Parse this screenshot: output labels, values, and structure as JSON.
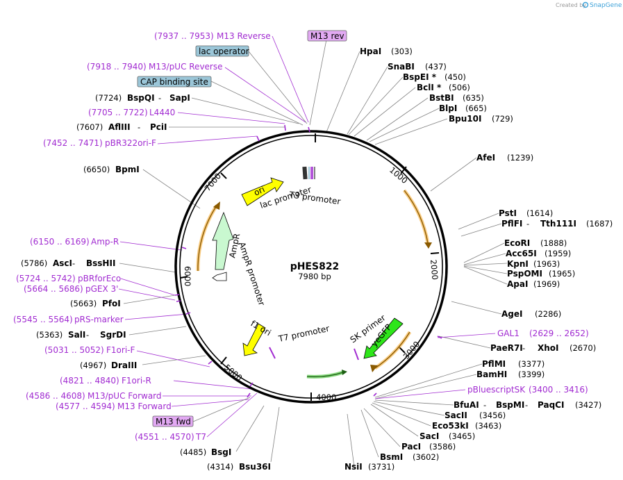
{
  "credit": {
    "prefix": "Created by",
    "brand": "SnapGene"
  },
  "plasmid": {
    "name": "pHES822",
    "length_label": "7980 bp",
    "length": 7980
  },
  "colors": {
    "primer": "#a12bd1",
    "box_blue": "#9bc6d8",
    "box_purple": "#e2a9f3",
    "arrow_yellow": "#ffff00",
    "arrow_green": "#2ee61a",
    "arrow_mint": "#c9f8d0",
    "arrow_orange": "#f5a623",
    "arrow_darkgreen": "#2d8a1e",
    "backbone": "#000000",
    "line": "#808080"
  },
  "ticks": [
    "1000",
    "2000",
    "3000",
    "4000",
    "5000",
    "6000",
    "7000"
  ],
  "enzymes": [
    {
      "name": "HpaI",
      "pos": "(303)"
    },
    {
      "name": "SnaBI",
      "pos": "(437)"
    },
    {
      "name": "BspEI *",
      "pos": "(450)"
    },
    {
      "name": "BclI *",
      "pos": "(506)"
    },
    {
      "name": "BstBI",
      "pos": "(635)"
    },
    {
      "name": "BlpI",
      "pos": "(665)"
    },
    {
      "name": "Bpu10I",
      "pos": "(729)"
    },
    {
      "name": "AfeI",
      "pos": "(1239)"
    },
    {
      "name": "PstI",
      "pos": "(1614)"
    },
    {
      "name": "PflFI",
      "sep": " - ",
      "name2": "Tth111I",
      "pos": "(1687)"
    },
    {
      "name": "EcoRI",
      "pos": "(1888)"
    },
    {
      "name": "Acc65I",
      "pos": "(1959)"
    },
    {
      "name": "KpnI",
      "pos": "(1963)"
    },
    {
      "name": "PspOMI",
      "pos": "(1965)"
    },
    {
      "name": "ApaI",
      "pos": "(1969)"
    },
    {
      "name": "AgeI",
      "pos": "(2286)"
    },
    {
      "name": "PaeR7I",
      "sep": " - ",
      "name2": "XhoI",
      "pos": "(2670)"
    },
    {
      "name": "PflMI",
      "pos": "(3377)"
    },
    {
      "name": "BamHI",
      "pos": "(3399)"
    },
    {
      "name": "BfuAI",
      "sep": " - ",
      "name2": "BspMI",
      "sep2": " - ",
      "name3": "PaqCI",
      "pos": "(3427)"
    },
    {
      "name": "SacII",
      "pos": "(3456)"
    },
    {
      "name": "Eco53kI",
      "pos": "(3463)"
    },
    {
      "name": "SacI",
      "pos": "(3465)"
    },
    {
      "name": "PacI",
      "pos": "(3586)"
    },
    {
      "name": "BsmI",
      "pos": "(3602)"
    },
    {
      "name": "NsiI",
      "pos": "(3731)"
    },
    {
      "name": "Bsu36I",
      "pos": "(4314)"
    },
    {
      "name": "BsgI",
      "pos": "(4485)"
    },
    {
      "name": "DraIII",
      "pos": "(4967)"
    },
    {
      "name": "SalI",
      "sep": " - ",
      "name2": "SgrDI",
      "pos": "(5363)"
    },
    {
      "name": "PfoI",
      "pos": "(5663)"
    },
    {
      "name": "AscI",
      "sep": " - ",
      "name2": "BssHII",
      "pos": "(5786)"
    },
    {
      "name": "BpmI",
      "pos": "(6650)"
    },
    {
      "name": "AflIII",
      "sep": " - ",
      "name2": "PciI",
      "pos": "(7607)"
    },
    {
      "name": "BspQI",
      "sep": " - ",
      "name2": "SapI",
      "pos": "(7724)"
    }
  ],
  "primers": [
    {
      "name": "M13 Reverse",
      "range": "(7937 .. 7953)"
    },
    {
      "name": "M13/pUC Reverse",
      "range": "(7918 .. 7940)"
    },
    {
      "name": "L4440",
      "range": "(7705 .. 7722)"
    },
    {
      "name": "pBR322ori-F",
      "range": "(7452 .. 7471)"
    },
    {
      "name": "Amp-R",
      "range": "(6150 .. 6169)"
    },
    {
      "name": "pBRforEco",
      "range": "(5724 .. 5742)"
    },
    {
      "name": "pGEX 3'",
      "range": "(5664 .. 5686)"
    },
    {
      "name": "pRS-marker",
      "range": "(5545 .. 5564)"
    },
    {
      "name": "F1ori-F",
      "range": "(5031 .. 5052)"
    },
    {
      "name": "F1ori-R",
      "range": "(4821 .. 4840)"
    },
    {
      "name": "M13/pUC Forward",
      "range": "(4586 .. 4608)"
    },
    {
      "name": "M13 Forward",
      "range": "(4577 .. 4594)"
    },
    {
      "name": "T7",
      "range": "(4551 .. 4570)"
    },
    {
      "name": "GAL1",
      "range": "(2629 .. 2652)"
    },
    {
      "name": "pBluescriptSK",
      "range": "(3400 .. 3416)"
    }
  ],
  "boxed": {
    "m13rev": "M13 rev",
    "lac_operator": "lac operator",
    "cap_site": "CAP binding site",
    "m13fwd": "M13 fwd"
  },
  "features": {
    "ori": "ori",
    "lac_promoter": "lac promoter",
    "t3_promoter": "T3 promoter",
    "ampr": "AmpR",
    "ampr_promoter": "AmpR promoter",
    "f1_ori": "f1 ori",
    "t7_promoter": "T7 promoter",
    "sk_primer": "SK primer",
    "yegfp": "yeGFP"
  }
}
